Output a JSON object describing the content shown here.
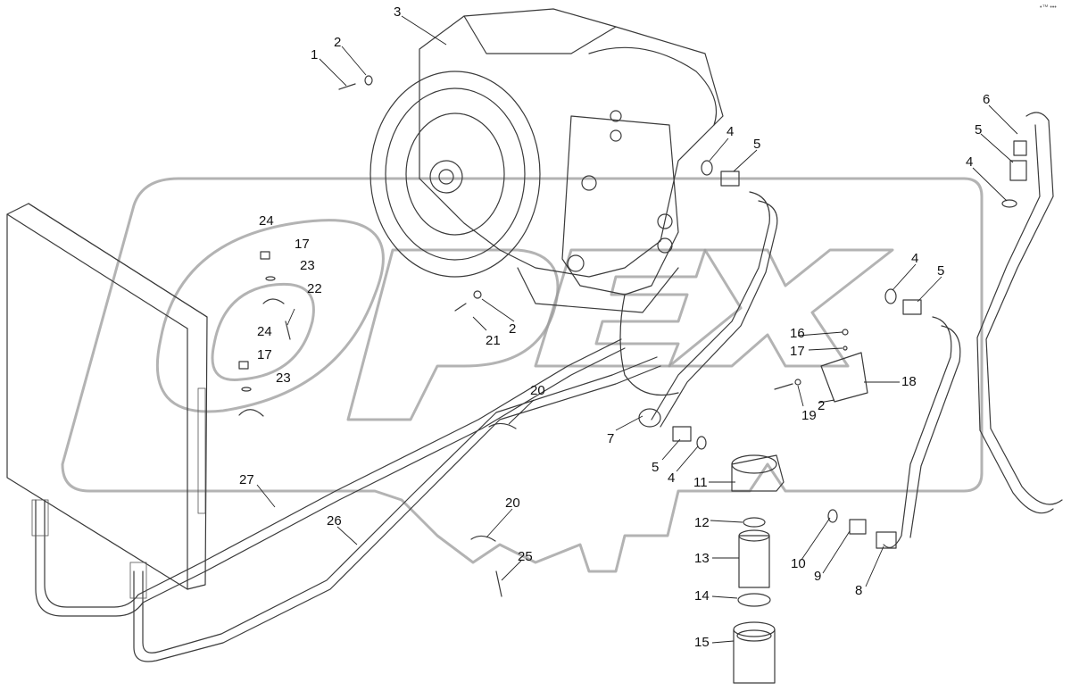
{
  "corner_mark": "•™ •••",
  "callouts": [
    {
      "id": "c1",
      "label": "1"
    },
    {
      "id": "c2a",
      "label": "2"
    },
    {
      "id": "c3",
      "label": "3"
    },
    {
      "id": "c4a",
      "label": "4"
    },
    {
      "id": "c5a",
      "label": "5"
    },
    {
      "id": "c6",
      "label": "6"
    },
    {
      "id": "c5b",
      "label": "5"
    },
    {
      "id": "c4b",
      "label": "4"
    },
    {
      "id": "c4c",
      "label": "4"
    },
    {
      "id": "c5c",
      "label": "5"
    },
    {
      "id": "c24a",
      "label": "24"
    },
    {
      "id": "c17a",
      "label": "17"
    },
    {
      "id": "c23a",
      "label": "23"
    },
    {
      "id": "c22",
      "label": "22"
    },
    {
      "id": "c24b",
      "label": "24"
    },
    {
      "id": "c17b",
      "label": "17"
    },
    {
      "id": "c23b",
      "label": "23"
    },
    {
      "id": "c21",
      "label": "21"
    },
    {
      "id": "c2b",
      "label": "2"
    },
    {
      "id": "c16",
      "label": "16"
    },
    {
      "id": "c17c",
      "label": "17"
    },
    {
      "id": "c18",
      "label": "18"
    },
    {
      "id": "c19",
      "label": "19"
    },
    {
      "id": "c2c",
      "label": "2"
    },
    {
      "id": "c20a",
      "label": "20"
    },
    {
      "id": "c7",
      "label": "7"
    },
    {
      "id": "c5d",
      "label": "5"
    },
    {
      "id": "c4d",
      "label": "4"
    },
    {
      "id": "c11",
      "label": "11"
    },
    {
      "id": "c27",
      "label": "27"
    },
    {
      "id": "c20b",
      "label": "20"
    },
    {
      "id": "c26",
      "label": "26"
    },
    {
      "id": "c12",
      "label": "12"
    },
    {
      "id": "c13",
      "label": "13"
    },
    {
      "id": "c25",
      "label": "25"
    },
    {
      "id": "c10",
      "label": "10"
    },
    {
      "id": "c9",
      "label": "9"
    },
    {
      "id": "c8",
      "label": "8"
    },
    {
      "id": "c14",
      "label": "14"
    },
    {
      "id": "c15",
      "label": "15"
    }
  ]
}
